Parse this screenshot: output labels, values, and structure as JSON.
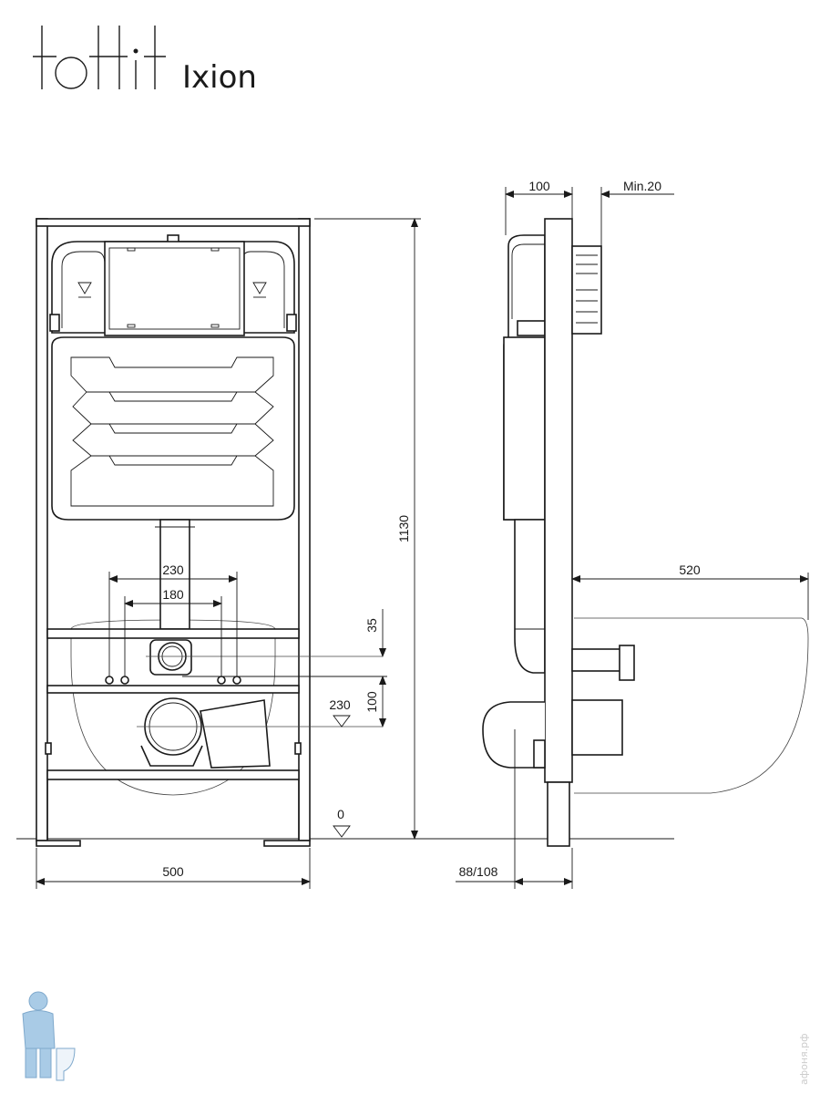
{
  "logo": {
    "brand": "tottit",
    "model": "Ixion"
  },
  "front_view": {
    "dims": {
      "width": "500",
      "height": "1130",
      "spacing_outer": "230",
      "spacing_inner": "180",
      "offset_top": "35",
      "offset_bottom": "100",
      "level_outlet": "230",
      "level_floor": "0"
    }
  },
  "side_view": {
    "dims": {
      "depth": "100",
      "min_gap": "Min.20",
      "bowl_length": "520",
      "outlet_offset": "88/108"
    }
  },
  "watermark": {
    "text": "афоня.рф"
  },
  "colors": {
    "line": "#1a1a1a",
    "watermark": "#cccccc",
    "mascot": "#a9cbe6"
  }
}
